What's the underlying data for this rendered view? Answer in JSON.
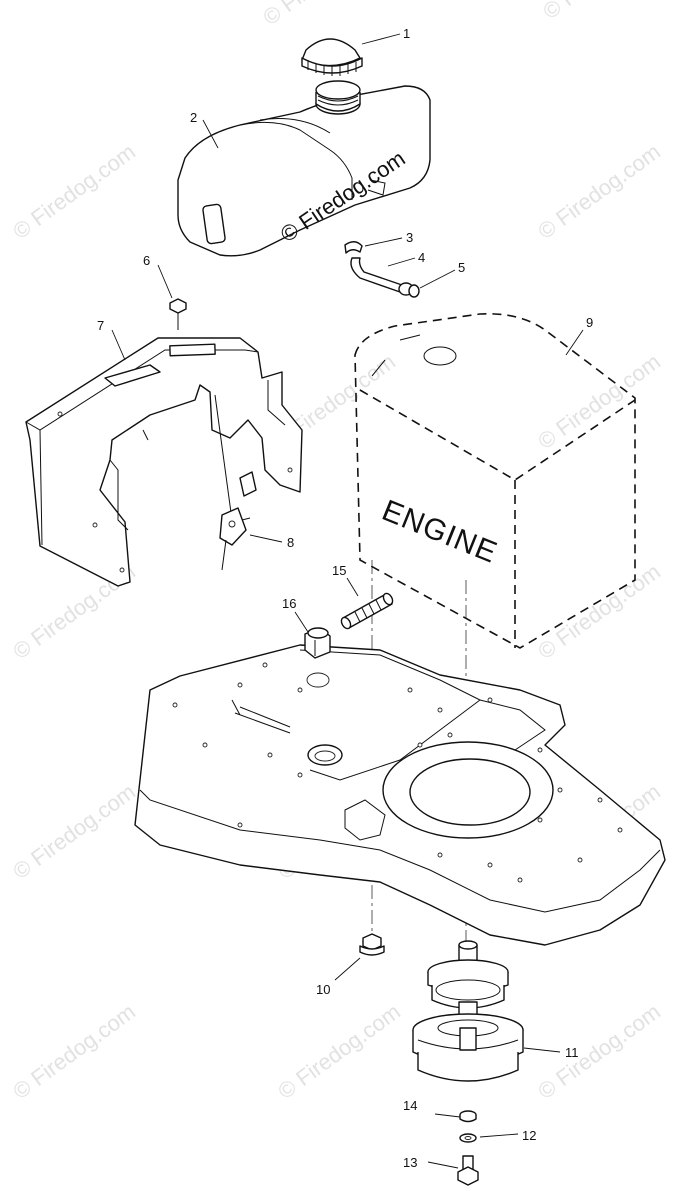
{
  "diagram": {
    "engine_label": "ENGINE",
    "watermark": "© Firedog.com",
    "callouts": [
      "1",
      "2",
      "3",
      "4",
      "5",
      "6",
      "7",
      "8",
      "9",
      "10",
      "11",
      "12",
      "13",
      "14",
      "15",
      "16"
    ]
  }
}
